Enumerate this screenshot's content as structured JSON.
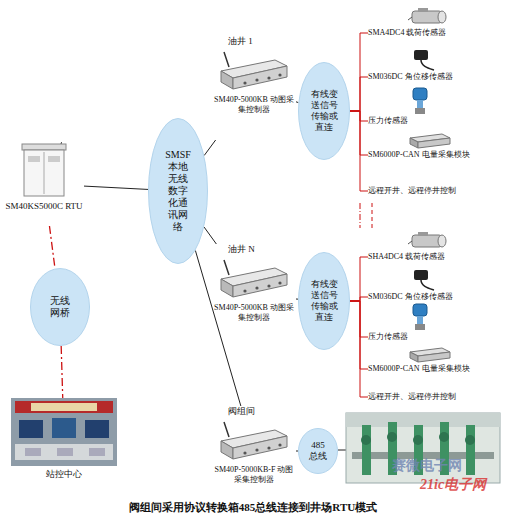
{
  "diagram": {
    "caption": "阀组间采用协议转换箱485总线连接到井场RTU模式",
    "nodes": [
      {
        "text": [
          "SM40KS5000C RTU"
        ]
      },
      {
        "text": [
          "SMSF 本地无线数字化通讯网络"
        ]
      },
      {
        "text": [
          "无线网桥"
        ]
      },
      {
        "text": [
          "站控中心"
        ]
      },
      {
        "text": [
          "油井 1",
          "SM40P-5000KB 动图采集控制器"
        ]
      },
      {
        "text": [
          "有线变送信号传输或直连"
        ]
      },
      {
        "text": [
          "SMA4DC4 载荷传感器"
        ]
      },
      {
        "text": [
          "SM036DC 角位移传感器"
        ]
      },
      {
        "text": [
          "压力传感器"
        ]
      },
      {
        "text": [
          "SM6000P-CAN 电量采集模块"
        ]
      },
      {
        "text": [
          "远程开井、远程停井控制"
        ]
      },
      {
        "text": [
          "油井 N",
          "SM40P-5000KB 动图采集控制器"
        ]
      },
      {
        "text": [
          "有线变送信号传输或直连"
        ]
      },
      {
        "text": [
          "SHA4DC4 载荷传感器"
        ]
      },
      {
        "text": [
          "SM036DC 角位移传感器"
        ]
      },
      {
        "text": [
          "压力传感器"
        ]
      },
      {
        "text": [
          "SM6000P-CAN 电量采集模块"
        ]
      },
      {
        "text": [
          "远程开井、远程停井控制"
        ]
      },
      {
        "text": [
          "阀组间",
          "SM40P-5000KB-F 动图采集控制器"
        ]
      },
      {
        "text": [
          "485 总线"
        ]
      }
    ],
    "edges": [
      {
        "from": 0,
        "to": 1,
        "arrow": "none"
      },
      {
        "from": 0,
        "to": 2,
        "arrow": "none"
      },
      {
        "from": 2,
        "to": 3,
        "arrow": "none"
      },
      {
        "from": 1,
        "to": 4,
        "arrow": "none"
      },
      {
        "from": 1,
        "to": 11,
        "arrow": "none"
      },
      {
        "from": 1,
        "to": 18,
        "arrow": "none"
      },
      {
        "from": 4,
        "to": 5,
        "arrow": "none"
      },
      {
        "from": 5,
        "to": 6,
        "arrow": "none"
      },
      {
        "from": 5,
        "to": 7,
        "arrow": "none"
      },
      {
        "from": 5,
        "to": 8,
        "arrow": "none"
      },
      {
        "from": 5,
        "to": 9,
        "arrow": "none"
      },
      {
        "from": 5,
        "to": 10,
        "arrow": "none"
      },
      {
        "from": 11,
        "to": 12,
        "arrow": "none"
      },
      {
        "from": 12,
        "to": 13,
        "arrow": "none"
      },
      {
        "from": 12,
        "to": 14,
        "arrow": "none"
      },
      {
        "from": 12,
        "to": 15,
        "arrow": "none"
      },
      {
        "from": 12,
        "to": 16,
        "arrow": "none"
      },
      {
        "from": 12,
        "to": 17,
        "arrow": "none"
      },
      {
        "from": 18,
        "to": 19,
        "arrow": "none"
      }
    ],
    "labels": [
      "赛微电子网",
      "21ic电子网"
    ]
  }
}
